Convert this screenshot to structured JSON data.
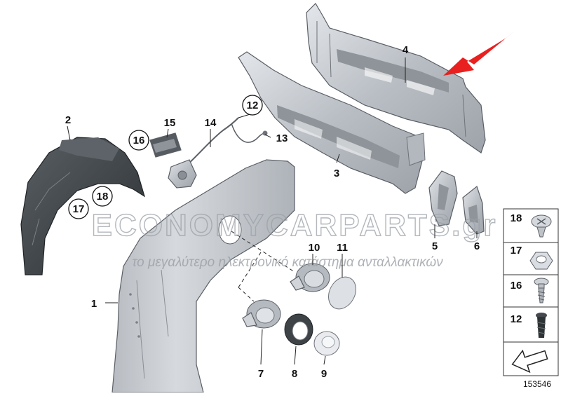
{
  "callouts": [
    {
      "id": "1",
      "text": "1"
    },
    {
      "id": "2",
      "text": "2"
    },
    {
      "id": "3",
      "text": "3"
    },
    {
      "id": "4",
      "text": "4"
    },
    {
      "id": "5",
      "text": "5"
    },
    {
      "id": "6",
      "text": "6"
    },
    {
      "id": "7",
      "text": "7"
    },
    {
      "id": "8",
      "text": "8"
    },
    {
      "id": "9",
      "text": "9"
    },
    {
      "id": "10",
      "text": "10"
    },
    {
      "id": "11",
      "text": "11"
    },
    {
      "id": "12",
      "text": "12"
    },
    {
      "id": "13",
      "text": "13"
    },
    {
      "id": "14",
      "text": "14"
    },
    {
      "id": "15",
      "text": "15"
    },
    {
      "id": "16",
      "text": "16"
    },
    {
      "id": "17",
      "text": "17"
    },
    {
      "id": "18",
      "text": "18"
    }
  ],
  "legend": [
    {
      "number": "18",
      "icon": "screw-clip-icon"
    },
    {
      "number": "17",
      "icon": "hex-nut-icon"
    },
    {
      "number": "16",
      "icon": "bolt-screw-icon"
    },
    {
      "number": "12",
      "icon": "expanding-rivet-icon"
    }
  ],
  "legend_arrow_icon": "legend-arrow-icon",
  "diagram_id": "153546",
  "watermark": {
    "brand": "ECONOMYCARPARTS.gr",
    "tagline": "το μεγαλύτερο ηλεκτρονικό κατάστημα ανταλλακτικών"
  },
  "colors": {
    "arrow": "#e8201f",
    "metal": "#c7cbd0",
    "liner": "#3e4347",
    "watermark": "#9aa0a6"
  }
}
